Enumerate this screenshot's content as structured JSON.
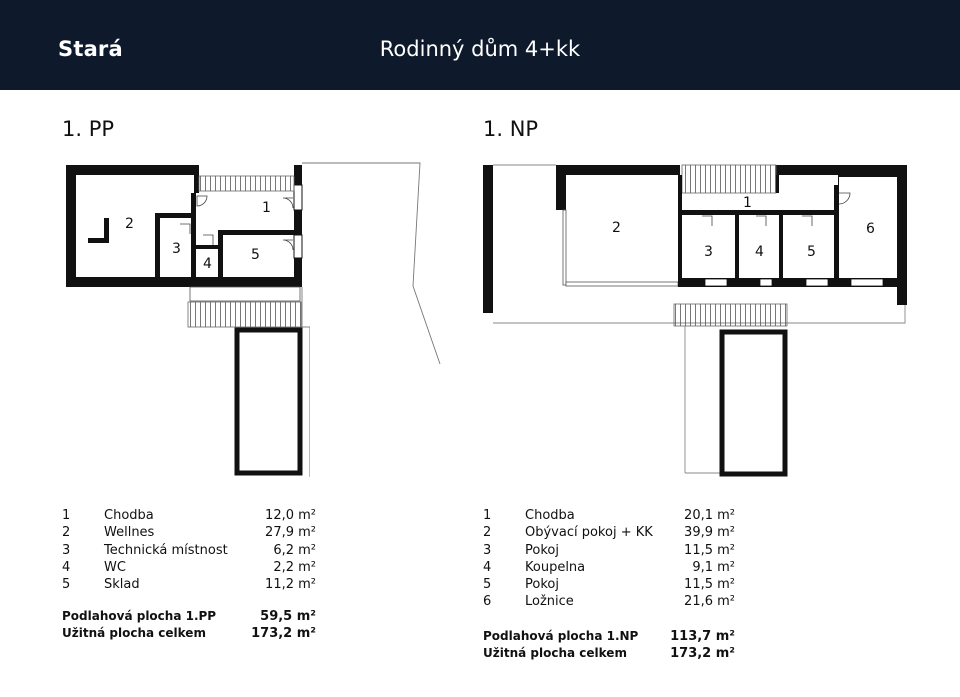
{
  "header": {
    "brand": "Stará",
    "title": "Rodinný dům 4+kk"
  },
  "floors": [
    {
      "title": "1. PP",
      "rooms": [
        {
          "num": "1",
          "name": "Chodba",
          "area": "12,0 m²"
        },
        {
          "num": "2",
          "name": "Wellnes",
          "area": "27,9 m²"
        },
        {
          "num": "3",
          "name": "Technická místnost",
          "area": "6,2 m²"
        },
        {
          "num": "4",
          "name": "WC",
          "area": "2,2 m²"
        },
        {
          "num": "5",
          "name": "Sklad",
          "area": "11,2 m²"
        }
      ],
      "floor_area_label": "Podlahová plocha 1.PP",
      "floor_area": "59,5 m²",
      "usable_area_label": "Užitná plocha celkem",
      "usable_area": "173,2 m²"
    },
    {
      "title": "1. NP",
      "rooms": [
        {
          "num": "1",
          "name": "Chodba",
          "area": "20,1 m²"
        },
        {
          "num": "2",
          "name": "Obývací pokoj + KK",
          "area": "39,9 m²"
        },
        {
          "num": "3",
          "name": "Pokoj",
          "area": "11,5 m²"
        },
        {
          "num": "4",
          "name": "Koupelna",
          "area": "9,1 m²"
        },
        {
          "num": "5",
          "name": "Pokoj",
          "area": "11,5 m²"
        },
        {
          "num": "6",
          "name": "Ložnice",
          "area": "21,6 m²"
        }
      ],
      "floor_area_label": "Podlahová plocha 1.NP",
      "floor_area": "113,7 m²",
      "usable_area_label": "Užitná plocha celkem",
      "usable_area": "173,2 m²"
    }
  ]
}
